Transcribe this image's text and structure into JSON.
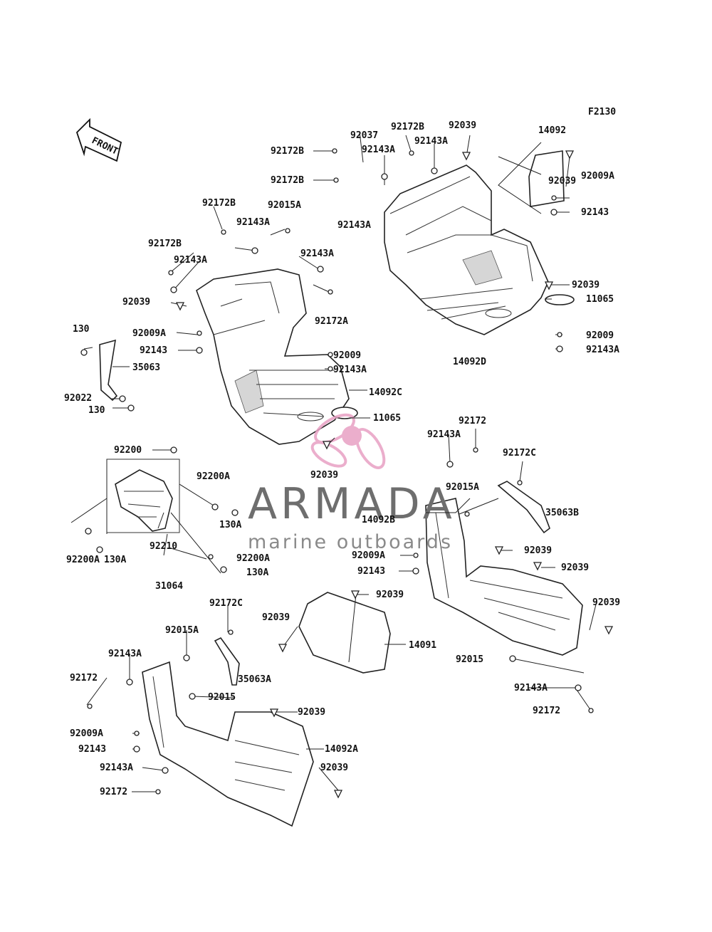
{
  "figure_code": "F2130",
  "front_arrow_text": "FRONT",
  "watermark": {
    "brand": "ARMADA",
    "tagline": "marine outboards",
    "accent_color": "#e8a0c4"
  },
  "callouts": [
    "92172B",
    "92037",
    "92143A",
    "92172B",
    "92143A",
    "92039",
    "14092",
    "92172B",
    "92143A",
    "92039",
    "92009A",
    "92143",
    "92039",
    "11065",
    "92009",
    "92143A",
    "14092D",
    "92172B",
    "92015A",
    "92143A",
    "92172B",
    "92143A",
    "92143A",
    "92039",
    "92172A",
    "92009A",
    "92143",
    "130",
    "35063",
    "92009",
    "92143A",
    "14092C",
    "92022",
    "130",
    "11065",
    "92039",
    "92200",
    "92200A",
    "130A",
    "92200A",
    "130A",
    "92210",
    "92200A",
    "130A",
    "31064",
    "92172",
    "92143A",
    "92172C",
    "92015A",
    "35063B",
    "14092B",
    "92039",
    "92009A",
    "92039",
    "92143",
    "92039",
    "92039",
    "14091",
    "92039",
    "92015",
    "92143A",
    "92172",
    "92172C",
    "92015A",
    "92143A",
    "92172",
    "35063A",
    "92015",
    "92039",
    "92009A",
    "14092A",
    "92143",
    "92143A",
    "92039",
    "92172"
  ]
}
